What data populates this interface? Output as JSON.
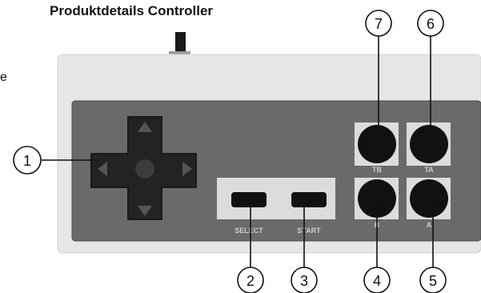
{
  "title": "Produktdetails Controller",
  "side_fragment": "e",
  "colors": {
    "outer_body": "#e6e6e6",
    "panel": "#6a6a6a",
    "panel_border": "#4d4d4d",
    "button_frame": "#dcdcdc",
    "button": "#111111",
    "dpad": "#232323",
    "dpad_arrow": "#555555",
    "label": "#cfcfcf",
    "callout_line": "#111111"
  },
  "center_labels": {
    "select": "SELECT",
    "start": "START"
  },
  "action_labels": {
    "tb": "TB",
    "ta": "TA",
    "b": "B",
    "a": "A"
  },
  "callouts": [
    "1",
    "2",
    "3",
    "4",
    "5",
    "6",
    "7"
  ]
}
